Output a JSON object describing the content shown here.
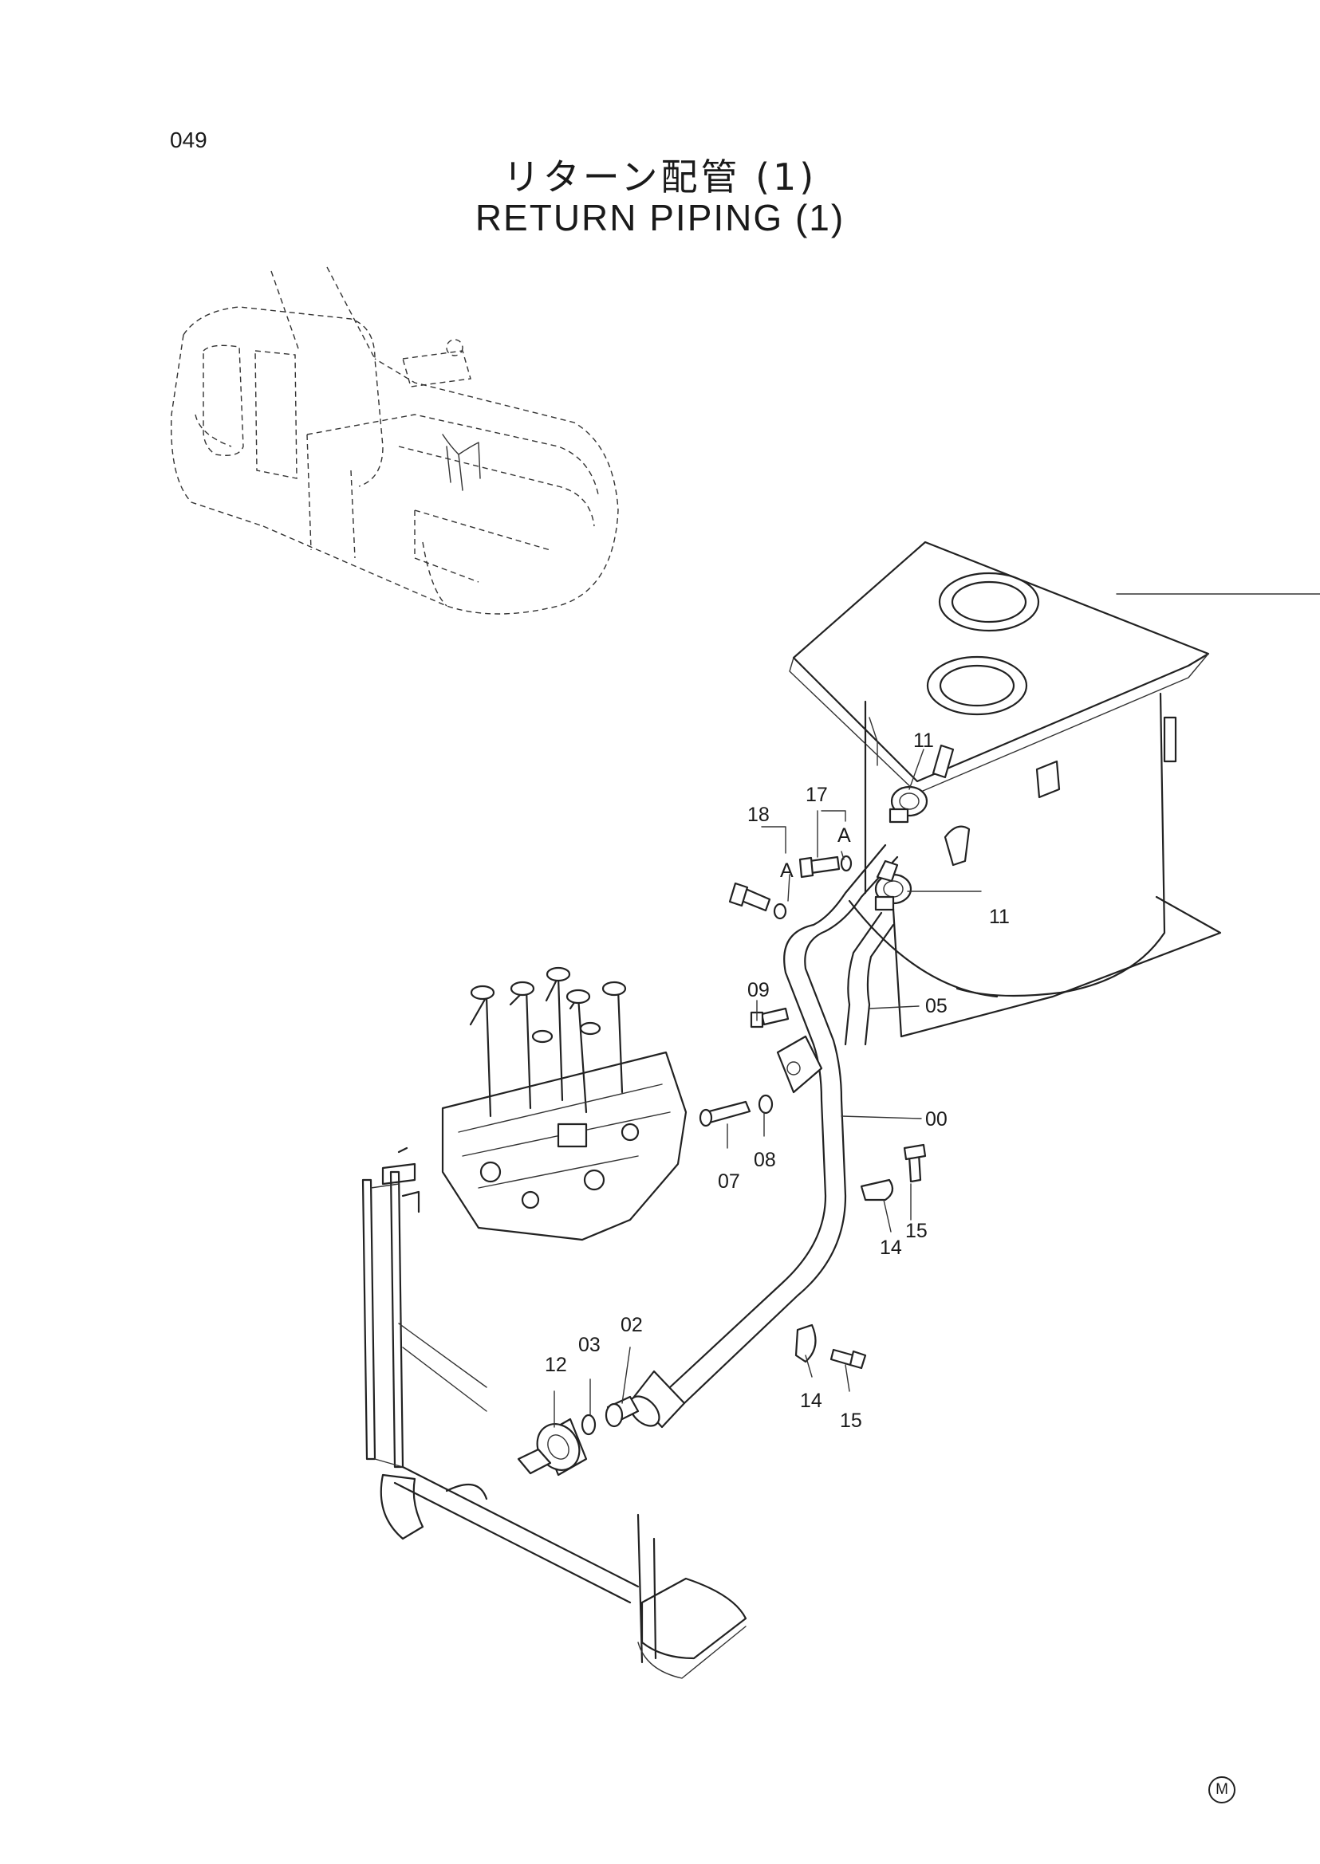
{
  "page_number": "049",
  "title_ja": "リターン配管 (1)",
  "title_en": "RETURN PIPING (1)",
  "footer_mark": "M",
  "callouts": {
    "p00": "00",
    "p02": "02",
    "p03": "03",
    "p05": "05",
    "p07": "07",
    "p08": "08",
    "p09": "09",
    "p11a": "11",
    "p11b": "11",
    "p12": "12",
    "p14a": "14",
    "p14b": "14",
    "p15a": "15",
    "p15b": "15",
    "p17": "17",
    "p18": "18",
    "refA1": "A",
    "refA2": "A"
  }
}
